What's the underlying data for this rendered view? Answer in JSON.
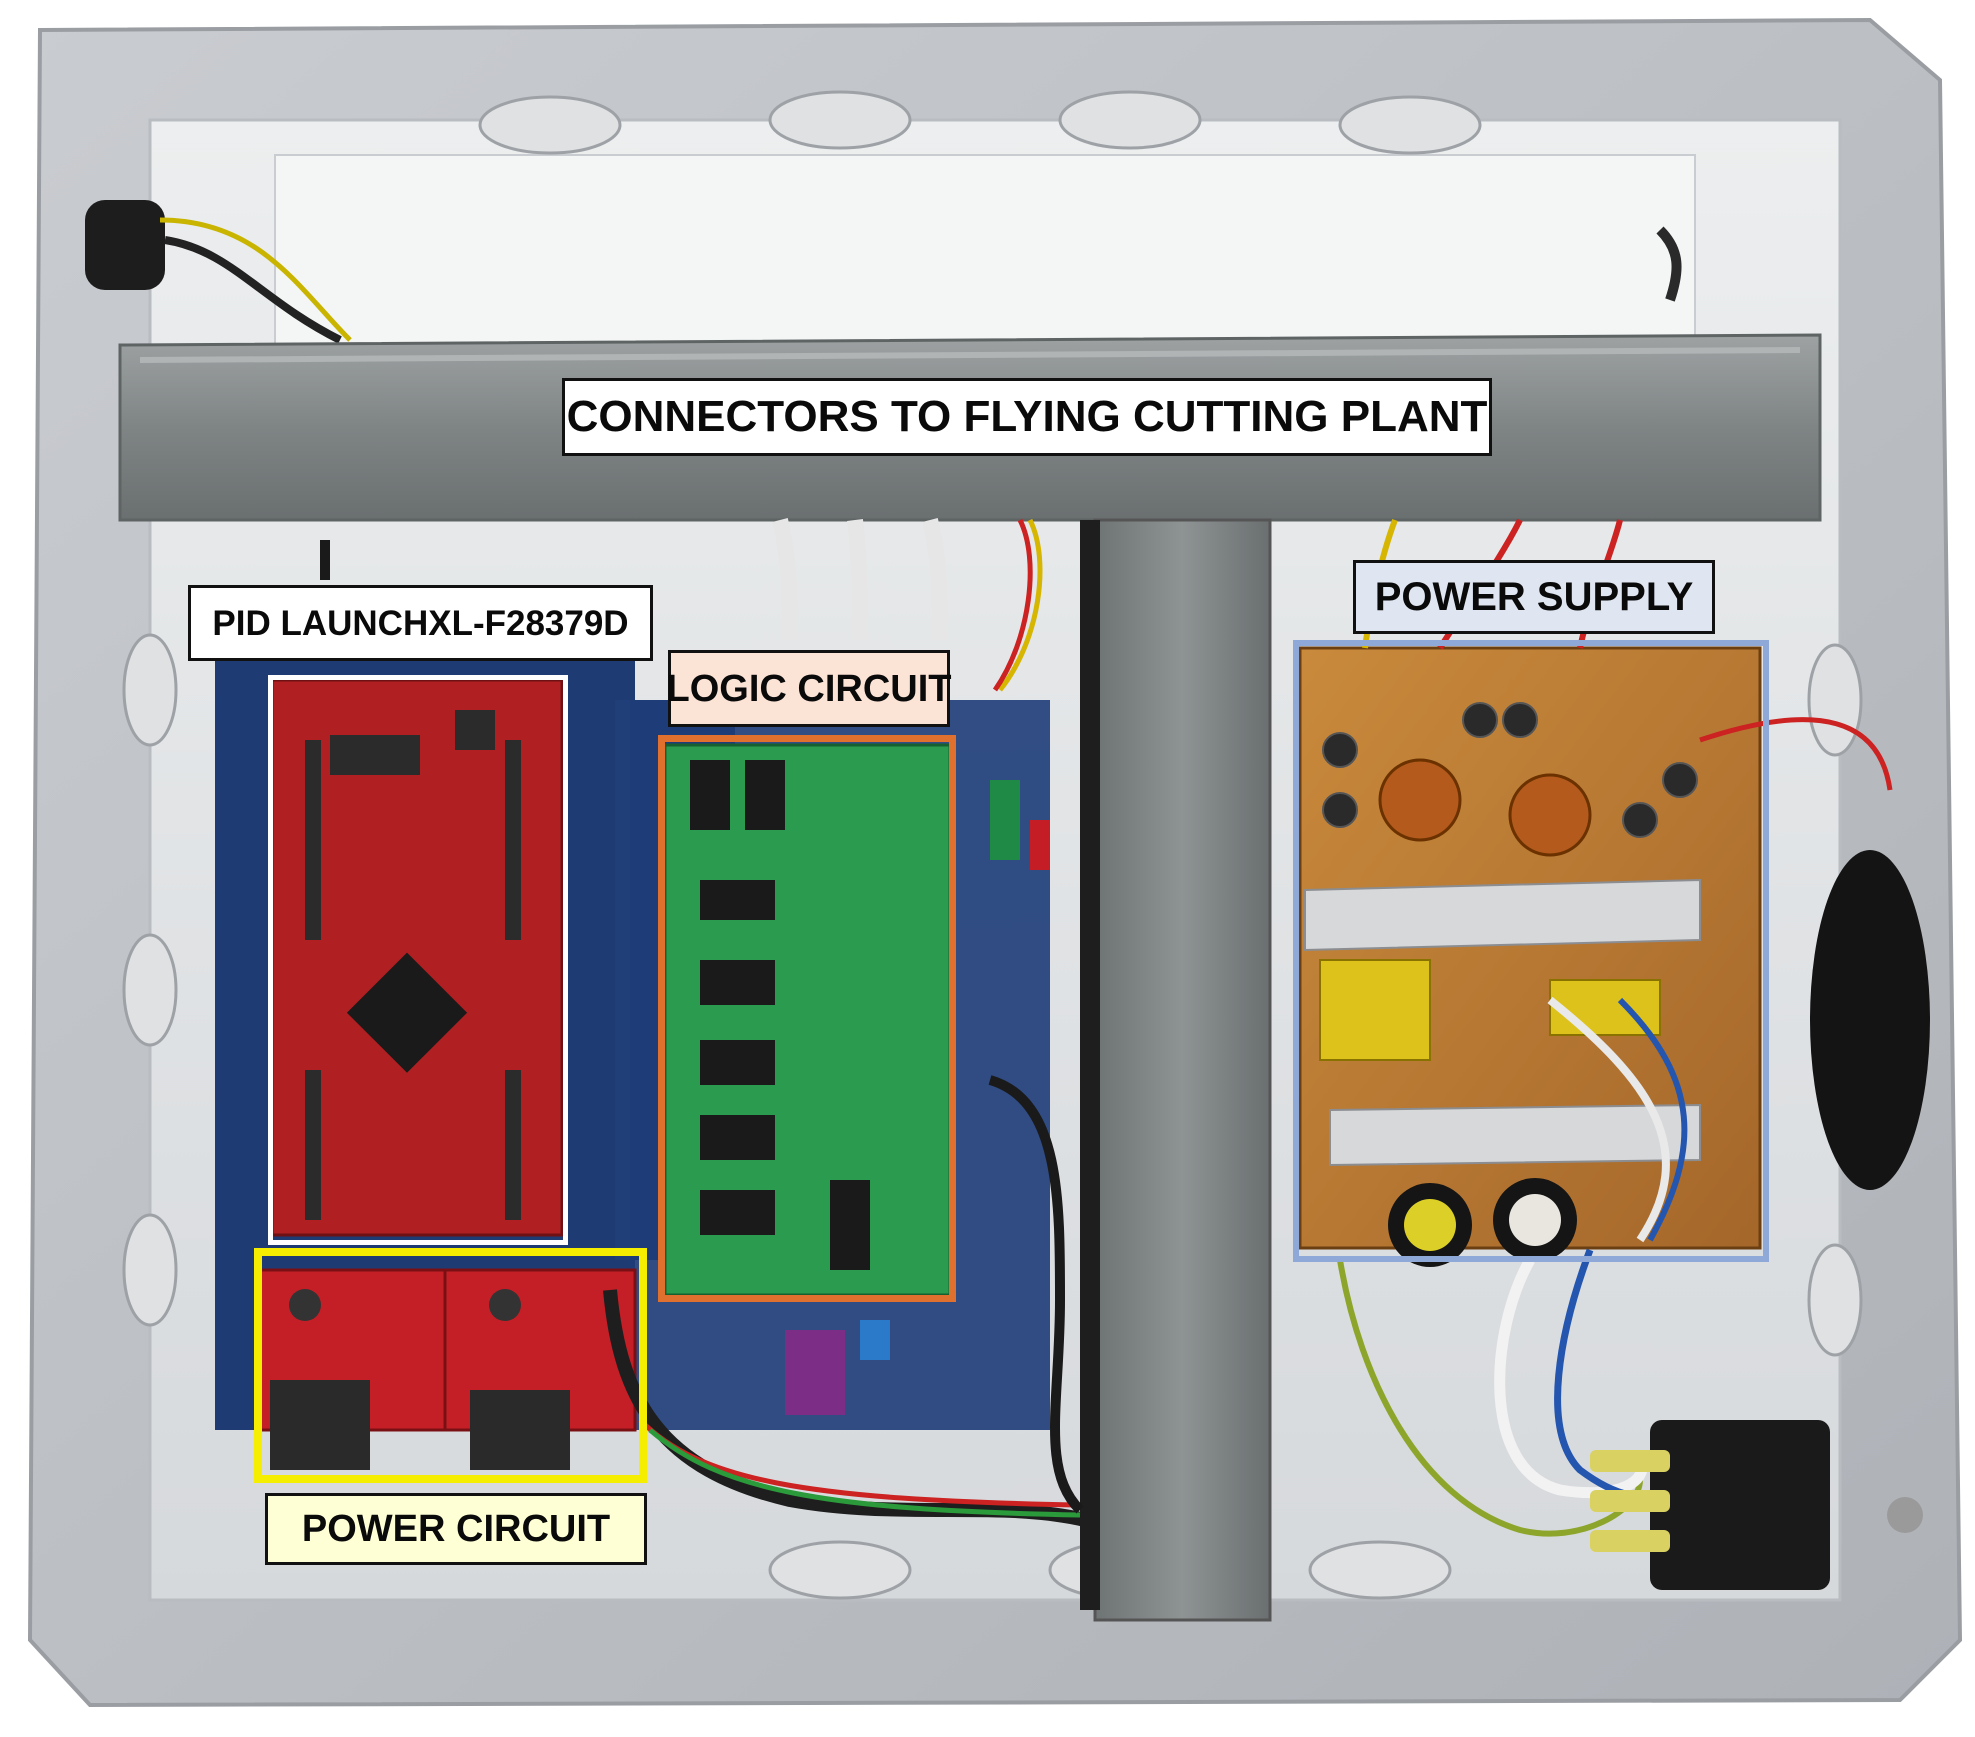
{
  "labels": {
    "connectors": "CONNECTORS TO FLYING CUTTING PLANT",
    "pid": "PID LAUNCHXL-F28379D",
    "logic": "LOGIC CIRCUIT",
    "power_supply": "POWER SUPPLY",
    "power_circuit": "POWER CIRCUIT"
  },
  "colors": {
    "connectors_bg": "#ffffff",
    "pid_bg": "#ffffff",
    "logic_bg": "#fbe3d6",
    "power_supply_bg": "#dfe6f2",
    "power_circuit_bg": "#ffffd6",
    "pid_frame": "#ffffff",
    "logic_frame": "#e0702e",
    "power_supply_frame": "#8ea9d8",
    "power_circuit_frame": "#f5ee00"
  }
}
